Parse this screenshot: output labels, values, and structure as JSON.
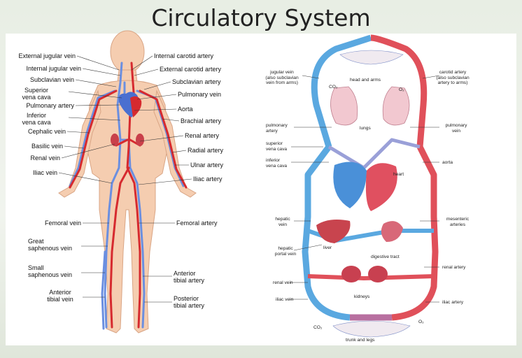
{
  "title": "Circulatory System",
  "body_figure": {
    "left_labels": [
      "External jugular vein",
      "Internal jugular vein",
      "Subclavian vein",
      "Superior\nvena cava",
      "Pulmonary artery",
      "Inferior\nvena cava",
      "Cephalic vein",
      "Basilic vein",
      "Renal vein",
      "Iliac vein",
      "Femoral vein",
      "Great\nsaphenous vein",
      "Small\nsaphenous vein",
      "Anterior\ntibial vein"
    ],
    "right_labels": [
      "Internal carotid artery",
      "External carotid artery",
      "Subclavian artery",
      "Pulmonary vein",
      "Aorta",
      "Brachial artery",
      "Renal artery",
      "Radial artery",
      "Ulnar artery",
      "Iliac artery",
      "Femoral artery",
      "Anterior\ntibial artery",
      "Posterior\ntibial artery"
    ]
  },
  "schematic": {
    "left_labels": [
      "jugular vein\n(also subclavian\nvein from arms)",
      "pulmonary\nartery",
      "superior\nvena cava",
      "inferior\nvena cava",
      "hepatic\nvein",
      "hepatic\nportal vein",
      "renal vein",
      "iliac vein"
    ],
    "right_labels": [
      "carotid artery\n(also subclavian\nartery to arms)",
      "pulmonary\nvein",
      "aorta",
      "mesenteric\narteries",
      "renal artery",
      "iliac artery"
    ],
    "inner_labels": {
      "head_arms": "head and arms",
      "co2_top": "CO₂",
      "o2_top": "O₂",
      "lungs": "lungs",
      "heart": "heart",
      "liver": "liver",
      "digestive": "digestive tract",
      "kidneys": "kidneys",
      "co2_bottom": "CO₂",
      "o2_bottom": "O₂",
      "trunk_legs": "trunk and legs"
    }
  },
  "colors": {
    "artery": "#d62a2f",
    "vein": "#5b7fd8",
    "schematic_vein": "#5aa8e0",
    "schematic_artery": "#e0505a",
    "skin": "#f5cdb0"
  }
}
